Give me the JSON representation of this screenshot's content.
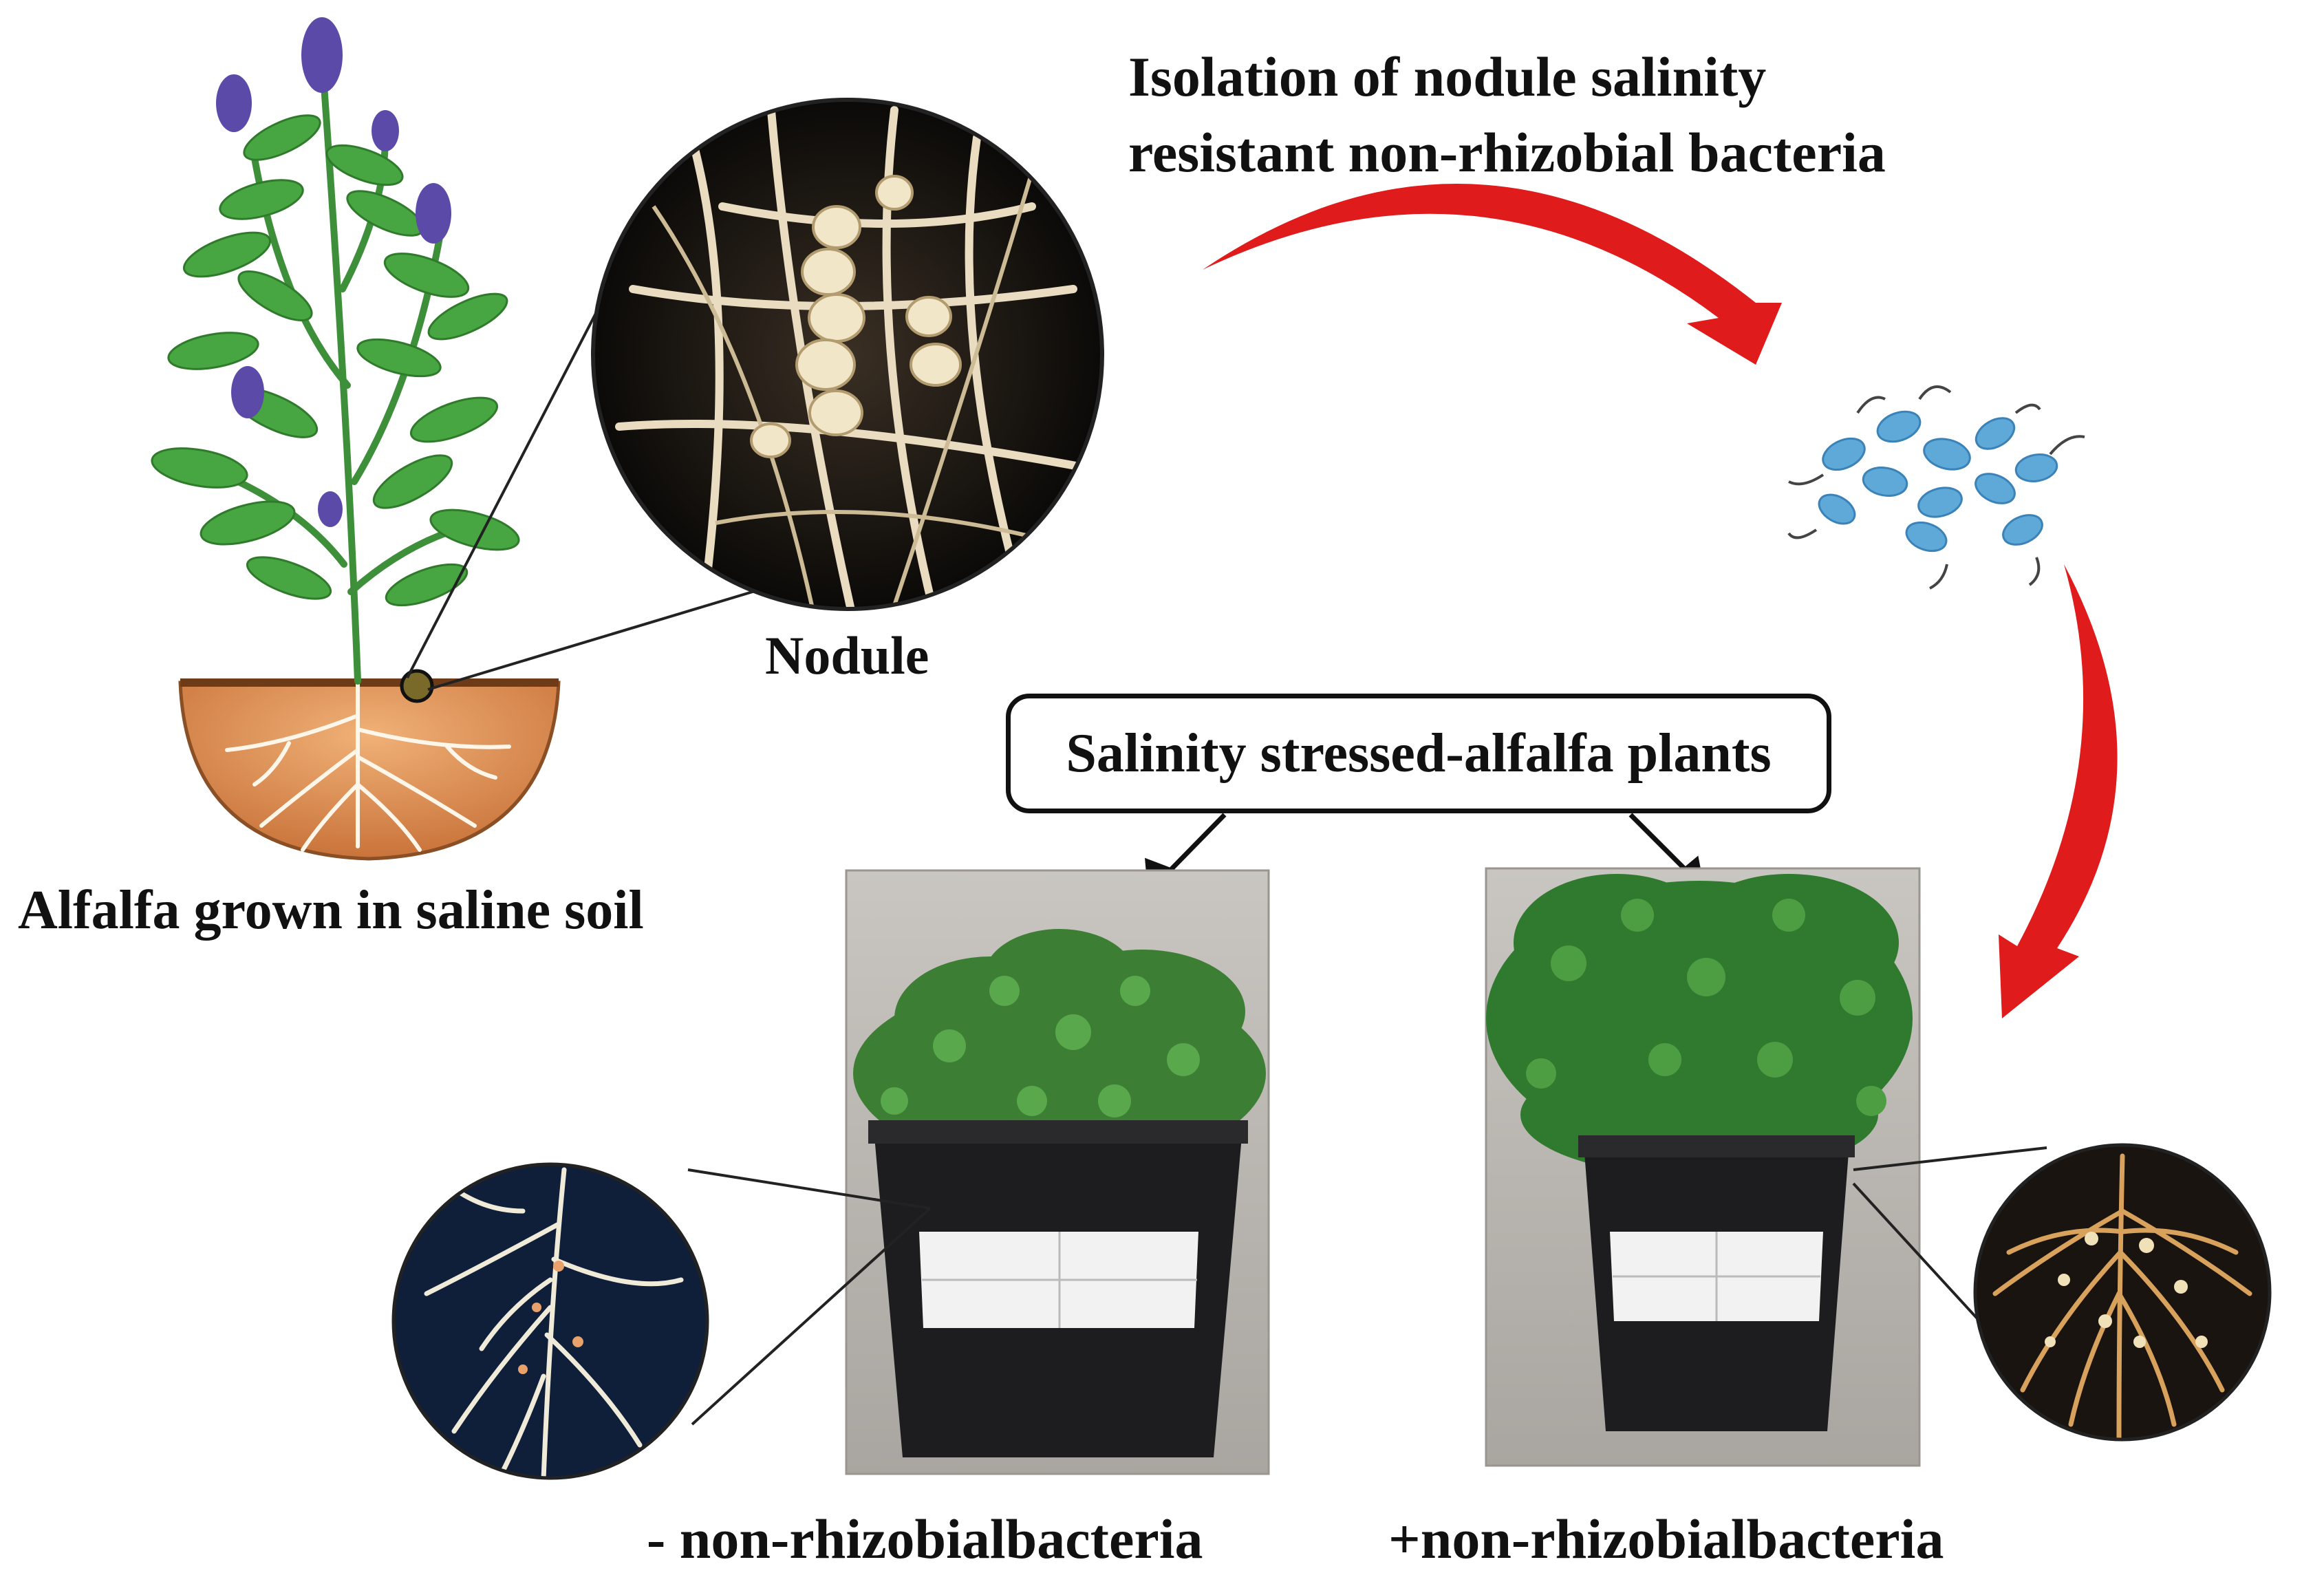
{
  "diagram": {
    "title_line1": "Isolation of nodule salinity",
    "title_line2": "resistant non-rhizobial bacteria",
    "nodule_label": "Nodule",
    "plant_label": "Alfalfa grown in saline soil",
    "stressed_box_label": "Salinity stressed-alfalfa plants",
    "minus_label": "- non-rhizobialbacteria",
    "plus_label": "+non-rhizobialbacteria"
  },
  "colors": {
    "arrow_red": "#e01b1b",
    "bacteria_blue": "#5fa9d8",
    "leaf_green": "#3f9a3a",
    "flower_purple": "#5b4aa8",
    "soil": "#d8894a",
    "pot_black": "#1d1d1f"
  },
  "icons": [
    "alfalfa-plant-illustration",
    "nodule-photo",
    "bacteria-cluster",
    "pot-photo-minus",
    "pot-photo-plus",
    "root-photo-minus",
    "root-photo-plus"
  ]
}
